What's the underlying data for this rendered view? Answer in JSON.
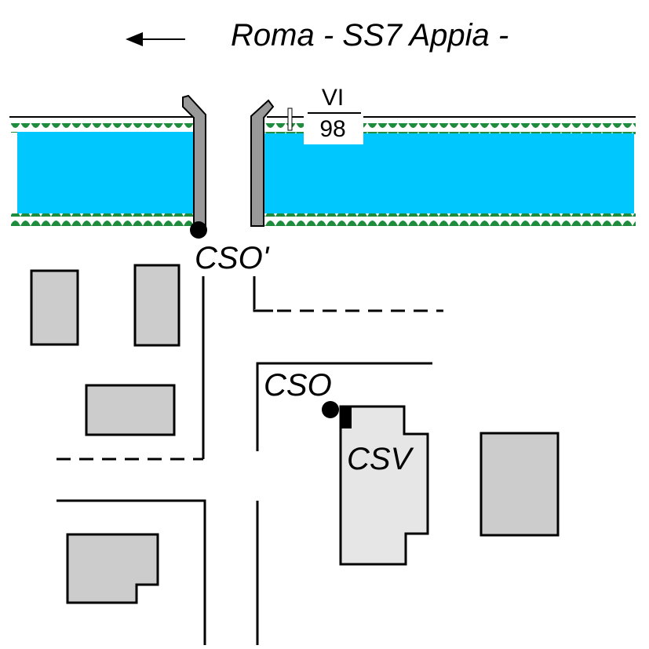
{
  "title": "Roma - SS7  Appia -",
  "direction_arrow": "left-arrow",
  "markers": {
    "cso_prime": "CSO'",
    "cso": "CSO",
    "csv": "CSV"
  },
  "milestone": {
    "top": "VI",
    "bottom": "98"
  },
  "colors": {
    "water": "#00c8ff",
    "grass": "#1e8c3c",
    "building": "#cccccc",
    "csv_building": "#e6e6e6",
    "bridge_rail": "#999999"
  }
}
